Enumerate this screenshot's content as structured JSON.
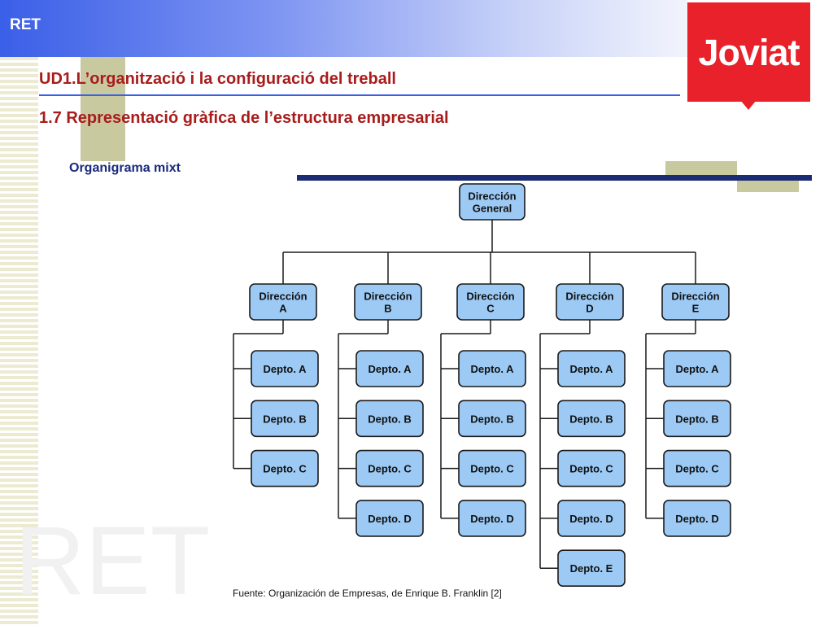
{
  "header": {
    "tag": "RET",
    "logo_text": "Joviat"
  },
  "titles": {
    "unit": "UD1.L’organització i la configuració del treball",
    "section": "1.7 Representació gràfica de l’estructura empresarial",
    "subtitle": "Organigrama mixt"
  },
  "watermark": "RET",
  "diagram": {
    "root": [
      "Dirección",
      "General"
    ],
    "branches": [
      {
        "label": [
          "Dirección",
          "A"
        ],
        "depts": [
          "Depto. A",
          "Depto. B",
          "Depto. C"
        ]
      },
      {
        "label": [
          "Dirección",
          "B"
        ],
        "depts": [
          "Depto. A",
          "Depto. B",
          "Depto. C",
          "Depto. D"
        ]
      },
      {
        "label": [
          "Dirección",
          "C"
        ],
        "depts": [
          "Depto. A",
          "Depto. B",
          "Depto. C",
          "Depto. D"
        ]
      },
      {
        "label": [
          "Dirección",
          "D"
        ],
        "depts": [
          "Depto. A",
          "Depto. B",
          "Depto. C",
          "Depto. D",
          "Depto. E"
        ]
      },
      {
        "label": [
          "Dirección",
          "E"
        ],
        "depts": [
          "Depto. A",
          "Depto. B",
          "Depto. C",
          "Depto. D"
        ]
      }
    ]
  },
  "source": "Fuente: Organización de Empresas, de Enrique B. Franklin [2]",
  "colors": {
    "box_fill": "#9ccaf5",
    "header_blue": "#3a5fe8",
    "title_red": "#a81c1c",
    "logo_red": "#e8212a"
  }
}
